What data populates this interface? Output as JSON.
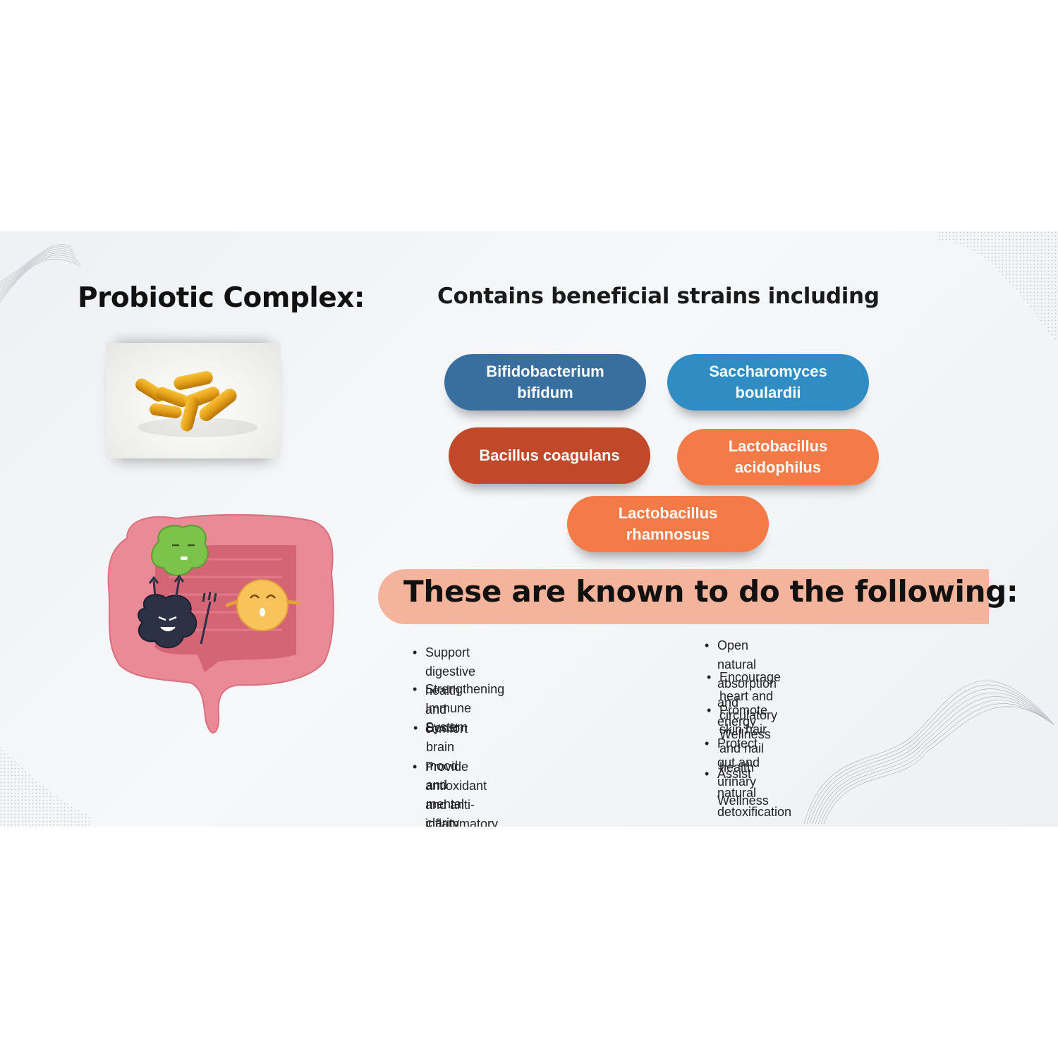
{
  "header": {
    "title": "Probiotic Complex:",
    "subtitle": "Contains beneficial strains including"
  },
  "strains": [
    {
      "label": "Bifidobacterium\nbifidum",
      "color": "#386f9f"
    },
    {
      "label": "Saccharomyces\nboulardii",
      "color": "#2f8dc4"
    },
    {
      "label": "Bacillus coagulans",
      "color": "#c2482a"
    },
    {
      "label": "Lactobacillus\nacidophilus",
      "color": "#f47a48"
    },
    {
      "label": "Lactobacillus\nrhamnosus",
      "color": "#f47a48"
    }
  ],
  "benefits": {
    "heading": "These are known to do the following:",
    "heading_bg": "#f4b39b",
    "left": [
      "Support digestive health and comfort",
      "Strengthening  Immune System",
      "Boost brain mood and mental clarity",
      "Provide antioxidant and anti-\ninflammatory support"
    ],
    "right": [
      "Open natural absorption and energy",
      "Encourage heart and circulatory\nWellness",
      "Promote skin hair and nail health",
      "Protect gut and urinary Wellness",
      "Assist natural detoxification"
    ]
  },
  "images": {
    "capsules": "capsule-photo",
    "gut": "gut-illustration-icon"
  }
}
